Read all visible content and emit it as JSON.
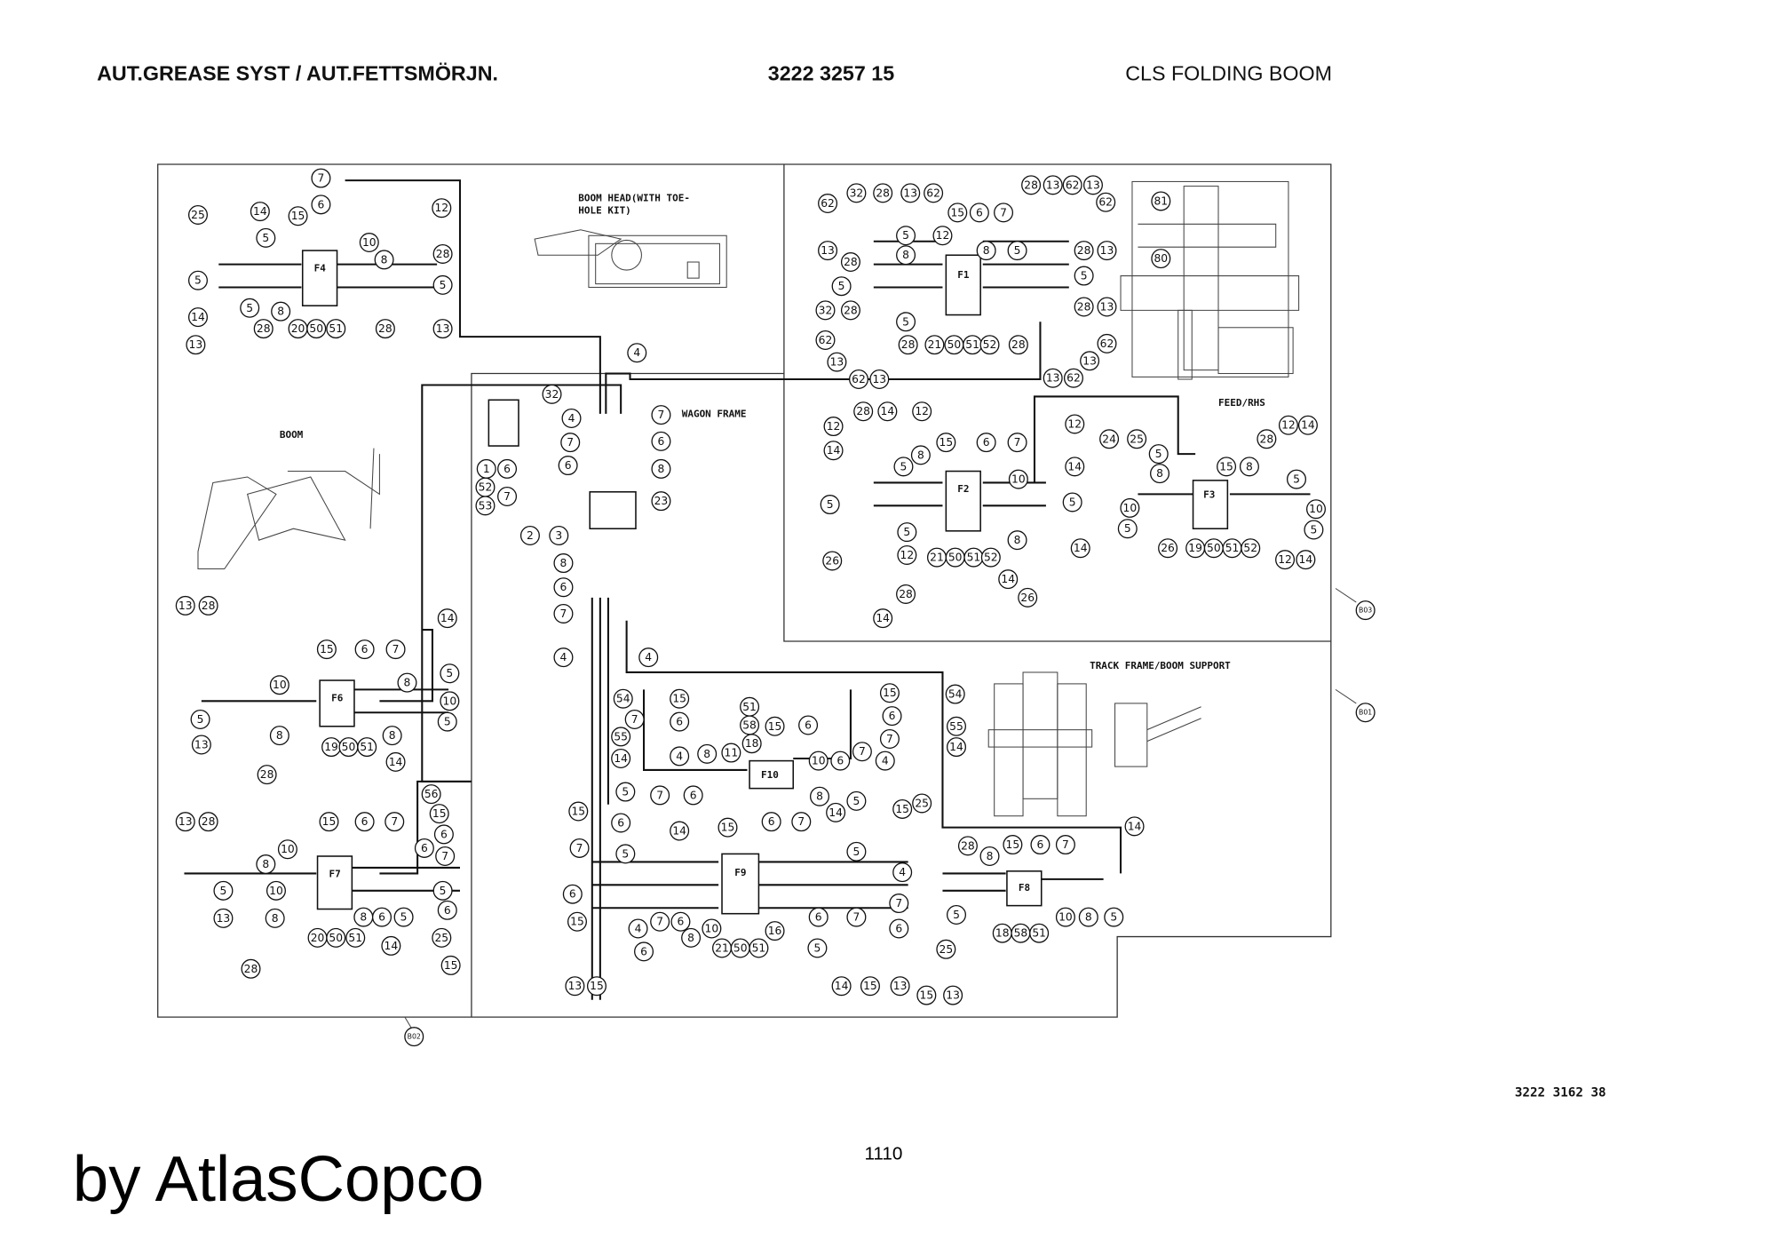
{
  "header": {
    "title": "AUT.GREASE SYST / AUT.FETTSMÖRJN.",
    "part_number": "3222 3257 15",
    "subject": "CLS FOLDING BOOM"
  },
  "sections": {
    "boom_head_1": "BOOM HEAD(WITH TOE-",
    "boom_head_2": "HOLE KIT)",
    "boom": "BOOM",
    "wagon_frame": "WAGON FRAME",
    "feed": "FEED/RHS",
    "track_frame": "TRACK FRAME/BOOM SUPPORT"
  },
  "references": {
    "b01": "B01",
    "b02": "B02",
    "b03": "B03"
  },
  "distributors": [
    "F1",
    "F2",
    "F3",
    "F4",
    "F6",
    "F7",
    "F8",
    "F9",
    "F10"
  ],
  "callouts": [
    "7",
    "6",
    "25",
    "14",
    "15",
    "12",
    "5",
    "10",
    "8",
    "28",
    "5",
    "5",
    "5",
    "8",
    "14",
    "13",
    "28",
    "20",
    "50",
    "51",
    "28",
    "13",
    "4",
    "32",
    "7",
    "4",
    "7",
    "6",
    "1",
    "6",
    "6",
    "8",
    "52",
    "53",
    "7",
    "23",
    "2",
    "3",
    "8",
    "6",
    "7",
    "4",
    "4",
    "32",
    "28",
    "13",
    "62",
    "62",
    "15",
    "6",
    "7",
    "28",
    "13",
    "62",
    "13",
    "62",
    "12",
    "8",
    "5",
    "5",
    "8",
    "13",
    "28",
    "28",
    "13",
    "5",
    "5",
    "28",
    "32",
    "5",
    "62",
    "28",
    "21",
    "50",
    "51",
    "52",
    "28",
    "62",
    "28",
    "13",
    "13",
    "62",
    "13",
    "13",
    "62",
    "13",
    "81",
    "80",
    "28",
    "14",
    "12",
    "12",
    "14",
    "15",
    "6",
    "7",
    "8",
    "5",
    "10",
    "12",
    "14",
    "5",
    "5",
    "5",
    "12",
    "21",
    "50",
    "51",
    "52",
    "8",
    "26",
    "28",
    "14",
    "14",
    "26",
    "14",
    "24",
    "25",
    "5",
    "8",
    "15",
    "8",
    "12",
    "14",
    "28",
    "5",
    "10",
    "10",
    "5",
    "26",
    "19",
    "50",
    "51",
    "52",
    "12",
    "14",
    "5",
    "13",
    "28",
    "14",
    "15",
    "6",
    "7",
    "5",
    "10",
    "8",
    "10",
    "5",
    "8",
    "8",
    "5",
    "13",
    "28",
    "14",
    "19",
    "50",
    "51",
    "13",
    "28",
    "56",
    "15",
    "6",
    "15",
    "6",
    "7",
    "6",
    "10",
    "7",
    "8",
    "5",
    "5",
    "10",
    "6",
    "8",
    "8",
    "6",
    "5",
    "13",
    "20",
    "50",
    "51",
    "14",
    "25",
    "28",
    "15",
    "54",
    "15",
    "51",
    "15",
    "54",
    "7",
    "6",
    "58",
    "15",
    "6",
    "6",
    "55",
    "18",
    "55",
    "7",
    "7",
    "14",
    "4",
    "8",
    "11",
    "10",
    "6",
    "4",
    "14",
    "5",
    "7",
    "6",
    "8",
    "5",
    "25",
    "15",
    "6",
    "14",
    "15",
    "6",
    "7",
    "14",
    "15",
    "7",
    "5",
    "5",
    "4",
    "28",
    "8",
    "15",
    "6",
    "7",
    "14",
    "6",
    "4",
    "7",
    "6",
    "10",
    "8",
    "16",
    "6",
    "7",
    "7",
    "5",
    "10",
    "8",
    "5",
    "15",
    "6",
    "21",
    "50",
    "51",
    "5",
    "6",
    "25",
    "18",
    "58",
    "51",
    "14",
    "15",
    "13",
    "15",
    "13",
    "13",
    "15"
  ],
  "footer": {
    "drawing_number": "3222  3162  38",
    "page": "1110",
    "brand": "by AtlasCopco"
  }
}
